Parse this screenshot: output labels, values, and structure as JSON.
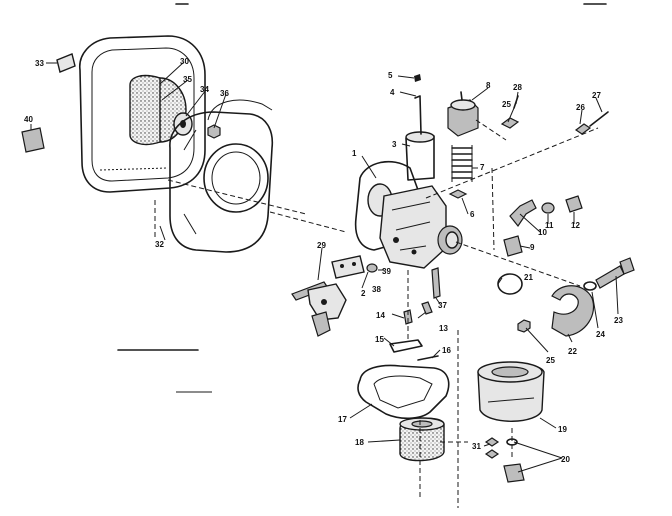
{
  "diagram": {
    "callouts": [
      {
        "id": "1",
        "text": "1"
      },
      {
        "id": "2",
        "text": "2"
      },
      {
        "id": "3",
        "text": "3"
      },
      {
        "id": "4",
        "text": "4"
      },
      {
        "id": "5",
        "text": "5"
      },
      {
        "id": "6",
        "text": "6"
      },
      {
        "id": "7",
        "text": "7"
      },
      {
        "id": "8",
        "text": "8"
      },
      {
        "id": "9",
        "text": "9"
      },
      {
        "id": "10",
        "text": "10"
      },
      {
        "id": "11",
        "text": "11"
      },
      {
        "id": "12",
        "text": "12"
      },
      {
        "id": "13",
        "text": "13"
      },
      {
        "id": "14",
        "text": "14"
      },
      {
        "id": "15",
        "text": "15"
      },
      {
        "id": "16",
        "text": "16"
      },
      {
        "id": "17",
        "text": "17"
      },
      {
        "id": "18",
        "text": "18"
      },
      {
        "id": "19",
        "text": "19"
      },
      {
        "id": "20",
        "text": "20"
      },
      {
        "id": "21",
        "text": "21"
      },
      {
        "id": "22",
        "text": "22"
      },
      {
        "id": "23",
        "text": "23"
      },
      {
        "id": "24",
        "text": "24"
      },
      {
        "id": "25a",
        "text": "25"
      },
      {
        "id": "25b",
        "text": "25"
      },
      {
        "id": "26",
        "text": "26"
      },
      {
        "id": "27",
        "text": "27"
      },
      {
        "id": "28",
        "text": "28"
      },
      {
        "id": "29",
        "text": "29"
      },
      {
        "id": "30",
        "text": "30"
      },
      {
        "id": "31",
        "text": "31"
      },
      {
        "id": "32",
        "text": "32"
      },
      {
        "id": "33",
        "text": "33"
      },
      {
        "id": "34",
        "text": "34"
      },
      {
        "id": "35",
        "text": "35"
      },
      {
        "id": "36",
        "text": "36"
      },
      {
        "id": "37",
        "text": "37"
      },
      {
        "id": "38",
        "text": "38"
      },
      {
        "id": "39",
        "text": "39"
      },
      {
        "id": "40",
        "text": "40"
      }
    ]
  }
}
